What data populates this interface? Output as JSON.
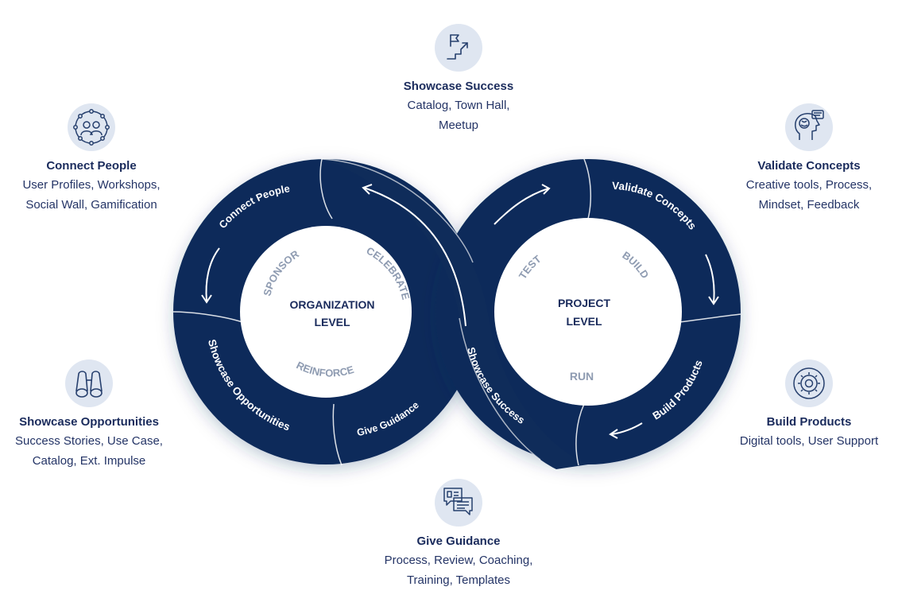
{
  "colors": {
    "navy": "#0f2c5a",
    "ring_divider": "#ffffff",
    "inner_circle": "#ffffff",
    "inner_label_muted": "#8e9bb1",
    "icon_bg": "#dfe6f1",
    "icon_stroke": "#27406e",
    "text_dark": "#1a2b5c"
  },
  "blocks": {
    "showcase_success": {
      "icon": "flag-arrow-icon",
      "title": "Showcase Success",
      "line1": "Catalog, Town Hall,",
      "line2": "Meetup"
    },
    "connect_people": {
      "icon": "people-network-icon",
      "title": "Connect People",
      "line1": "User Profiles, Workshops,",
      "line2": "Social Wall, Gamification"
    },
    "validate_concepts": {
      "icon": "brain-head-icon",
      "title": "Validate Concepts",
      "line1": "Creative tools, Process,",
      "line2": "Mindset, Feedback"
    },
    "showcase_opportunities": {
      "icon": "binoculars-icon",
      "title": "Showcase Opportunities",
      "line1": "Success Stories, Use Case,",
      "line2": "Catalog, Ext. Impulse"
    },
    "build_products": {
      "icon": "gear-icon",
      "title": "Build Products",
      "line1": "Digital tools, User Support",
      "line2": ""
    },
    "give_guidance": {
      "icon": "chat-bubbles-icon",
      "title": "Give Guidance",
      "line1": "Process, Review, Coaching,",
      "line2": "Training, Templates"
    }
  },
  "ring": {
    "left_center_label_1": "ORGANIZATION",
    "left_center_label_2": "LEVEL",
    "right_center_label_1": "PROJECT",
    "right_center_label_2": "LEVEL",
    "inner_sponsor": "SPONSOR",
    "inner_celebrate": "CELEBRATE",
    "inner_reinforce": "REINFORCE",
    "inner_test": "TEST",
    "inner_build": "BUILD",
    "inner_run": "RUN",
    "seg_connect_people": "Connect People",
    "seg_showcase_opportunities": "Showcase Opportunities",
    "seg_give_guidance": "Give Guidance",
    "seg_showcase_success": "Showcase Success",
    "seg_validate_concepts": "Validate Concepts",
    "seg_build_products": "Build Products"
  }
}
